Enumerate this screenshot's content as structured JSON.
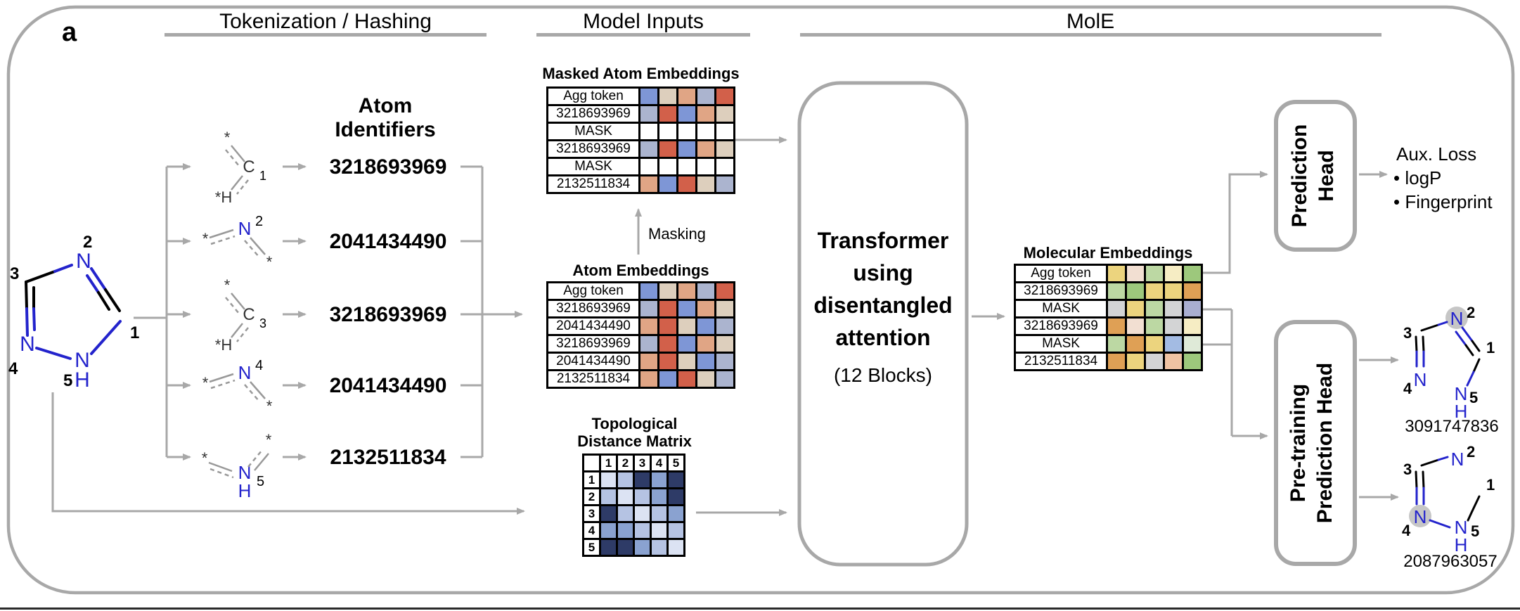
{
  "panel_label": "a",
  "headers": {
    "tokenization": "Tokenization / Hashing",
    "model_inputs": "Model Inputs",
    "mole": "MolE"
  },
  "atom_identifiers": {
    "title": [
      "Atom",
      "Identifiers"
    ],
    "values": [
      "3218693969",
      "2041434490",
      "3218693969",
      "2041434490",
      "2132511834"
    ]
  },
  "molecule_input": {
    "atom_numbers": [
      "1",
      "2",
      "3",
      "4",
      "5"
    ],
    "n_label": "N",
    "h_label": "H"
  },
  "fragments": [
    {
      "symbol": "C",
      "number": "1",
      "star_top": "*",
      "star_h": "*H"
    },
    {
      "symbol": "N",
      "number": "2",
      "star_left": "*",
      "star_right": "*"
    },
    {
      "symbol": "C",
      "number": "3",
      "star_top": "*",
      "star_h": "*H"
    },
    {
      "symbol": "N",
      "number": "4",
      "star_left": "*",
      "star_right": "*"
    },
    {
      "symbol": "N",
      "h": "H",
      "number": "5",
      "star_left": "*",
      "star_right": "*"
    }
  ],
  "palette": {
    "B": "#7e96d6",
    "L": "#abb4cf",
    "R": "#d2604a",
    "P": "#e0a585",
    "T": "#ddcfbd",
    "W": "#ffffff",
    "Y": "#ecd47e",
    "K": "#f2dfd2",
    "G": "#bcd8a3",
    "C": "#f6edc4",
    "D": "#9dc87c",
    "A": "#d3d4d5",
    "V": "#a9aed0",
    "O": "#dfa055",
    "U": "#a3bbe3",
    "E": "#dfead8",
    "H": "#efc3a3",
    "topo_scale": [
      "#dce3f3",
      "#b5c3e3",
      "#8aa2d0",
      "#2e3b67"
    ],
    "line_gray": "#a8a8a8",
    "bond_blue": "#2323cc",
    "highlight_gray": "#c6c6c6"
  },
  "tables": {
    "masked": {
      "title": "Masked Atom Embeddings",
      "rows": [
        {
          "label": "Agg token",
          "cells": [
            "B",
            "T",
            "P",
            "L",
            "R"
          ]
        },
        {
          "label": "3218693969",
          "cells": [
            "L",
            "R",
            "B",
            "P",
            "T"
          ]
        },
        {
          "label": "MASK",
          "cells": [
            "W",
            "W",
            "W",
            "W",
            "W"
          ]
        },
        {
          "label": "3218693969",
          "cells": [
            "L",
            "R",
            "B",
            "P",
            "T"
          ]
        },
        {
          "label": "MASK",
          "cells": [
            "W",
            "W",
            "W",
            "W",
            "W"
          ]
        },
        {
          "label": "2132511834",
          "cells": [
            "P",
            "B",
            "R",
            "T",
            "L"
          ]
        }
      ]
    },
    "atom": {
      "title": "Atom Embeddings",
      "rows": [
        {
          "label": "Agg token",
          "cells": [
            "B",
            "T",
            "P",
            "L",
            "R"
          ]
        },
        {
          "label": "3218693969",
          "cells": [
            "L",
            "R",
            "B",
            "P",
            "T"
          ]
        },
        {
          "label": "2041434490",
          "cells": [
            "P",
            "R",
            "T",
            "B",
            "L"
          ]
        },
        {
          "label": "3218693969",
          "cells": [
            "L",
            "R",
            "B",
            "P",
            "T"
          ]
        },
        {
          "label": "2041434490",
          "cells": [
            "P",
            "R",
            "T",
            "B",
            "L"
          ]
        },
        {
          "label": "2132511834",
          "cells": [
            "P",
            "B",
            "R",
            "T",
            "L"
          ]
        }
      ]
    },
    "molecular": {
      "title": "Molecular Embeddings",
      "rows": [
        {
          "label": "Agg token",
          "cells": [
            "Y",
            "K",
            "G",
            "C",
            "D"
          ]
        },
        {
          "label": "3218693969",
          "cells": [
            "G",
            "D",
            "Y",
            "Y",
            "O"
          ]
        },
        {
          "label": "MASK",
          "cells": [
            "A",
            "Y",
            "G",
            "A",
            "V"
          ]
        },
        {
          "label": "3218693969",
          "cells": [
            "O",
            "K",
            "G",
            "A",
            "C"
          ]
        },
        {
          "label": "MASK",
          "cells": [
            "G",
            "O",
            "Y",
            "U",
            "E"
          ]
        },
        {
          "label": "2132511834",
          "cells": [
            "O",
            "Y",
            "A",
            "H",
            "D"
          ]
        }
      ]
    },
    "topo": {
      "title": [
        "Topological",
        "Distance Matrix"
      ],
      "col_headers": [
        "1",
        "2",
        "3",
        "4",
        "5"
      ],
      "row_headers": [
        "1",
        "2",
        "3",
        "4",
        "5"
      ],
      "matrix": [
        [
          0,
          1,
          3,
          2,
          3
        ],
        [
          1,
          0,
          1,
          2,
          3
        ],
        [
          3,
          1,
          0,
          1,
          2
        ],
        [
          2,
          2,
          1,
          0,
          1
        ],
        [
          3,
          3,
          2,
          1,
          0
        ]
      ]
    }
  },
  "masking_label": "Masking",
  "transformer": {
    "lines": [
      "Transformer",
      "using",
      "disentangled",
      "attention"
    ],
    "blocks": "(12 Blocks)"
  },
  "prediction_head": {
    "lines": [
      "Prediction",
      "Head"
    ]
  },
  "aux_loss": {
    "title": "Aux. Loss",
    "items": [
      "• logP",
      "• Fingerprint"
    ]
  },
  "pretraining_head": {
    "lines": [
      "Pre-training",
      "Prediction Head"
    ]
  },
  "outputs": [
    {
      "hash": "3091747836",
      "atom_numbers": [
        "1",
        "2",
        "3",
        "4",
        "5"
      ],
      "highlighted_atom": "2"
    },
    {
      "hash": "2087963057",
      "atom_numbers": [
        "1",
        "2",
        "3",
        "4",
        "5"
      ],
      "highlighted_atom": "4"
    }
  ]
}
